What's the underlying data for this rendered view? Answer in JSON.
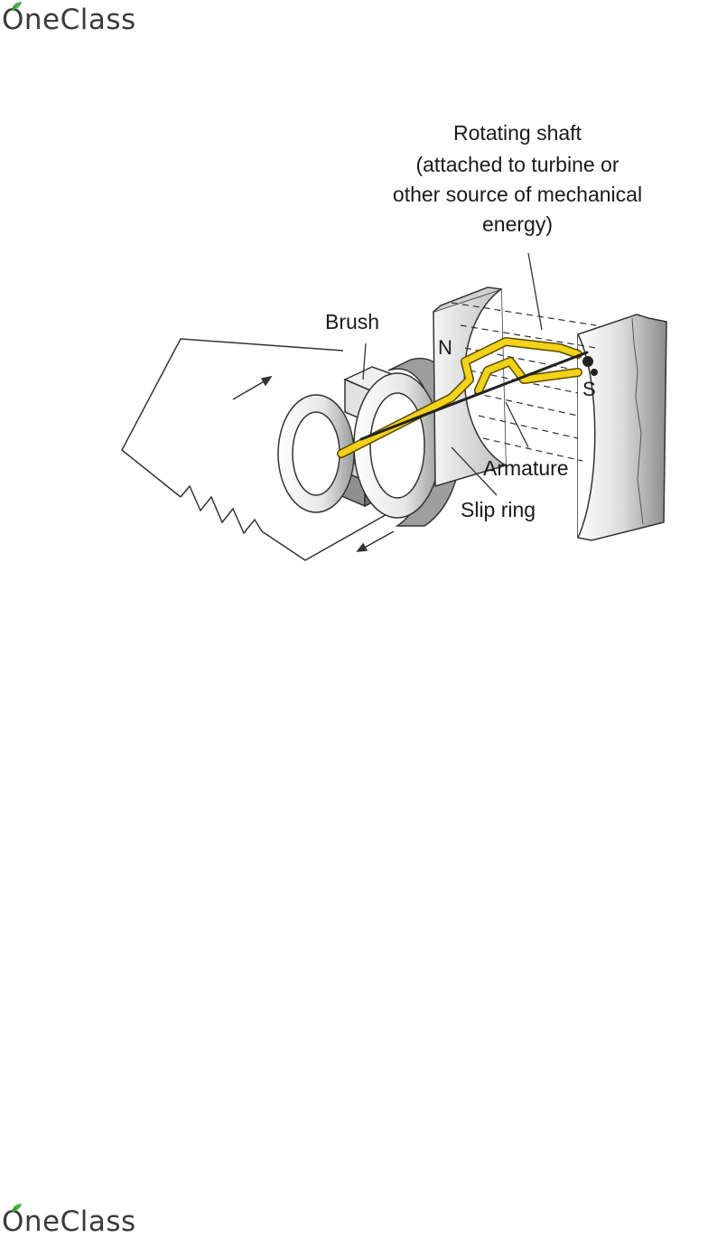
{
  "logo": {
    "first_letter": "O",
    "rest": "neClass"
  },
  "diagram": {
    "shaft_label_lines": [
      "Rotating shaft",
      "(attached to turbine or",
      "other source of mechanical",
      "energy)"
    ],
    "brush_label": "Brush",
    "armature_label": "Armature",
    "slip_ring_label": "Slip ring",
    "north_pole": "N",
    "south_pole": "S"
  },
  "colors": {
    "wire_yellow": "#f2d21a",
    "magnet_gray": "#dcdcdc",
    "outline": "#333333"
  }
}
